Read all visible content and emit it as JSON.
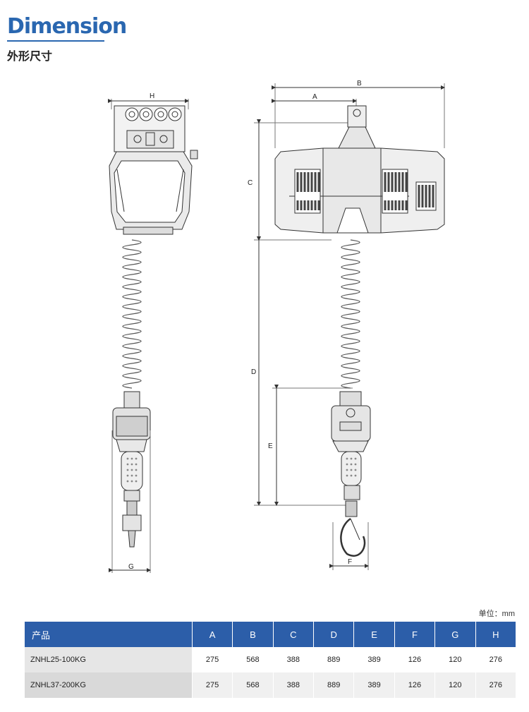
{
  "header": {
    "title_en": "Dimension",
    "title_cn": "外形尺寸"
  },
  "drawing": {
    "labels": {
      "H": "H",
      "G": "G",
      "A": "A",
      "B": "B",
      "C": "C",
      "D": "D",
      "E": "E",
      "F": "F"
    }
  },
  "unit_note": "单位：mm",
  "table": {
    "headers": [
      "产品",
      "A",
      "B",
      "C",
      "D",
      "E",
      "F",
      "G",
      "H"
    ],
    "rows": [
      [
        "ZNHL25-100KG",
        "275",
        "568",
        "388",
        "889",
        "389",
        "126",
        "120",
        "276"
      ],
      [
        "ZNHL37-200KG",
        "275",
        "568",
        "388",
        "889",
        "389",
        "126",
        "120",
        "276"
      ]
    ]
  },
  "colors": {
    "accent": "#2a67b0",
    "table_header": "#2c5ea9"
  }
}
